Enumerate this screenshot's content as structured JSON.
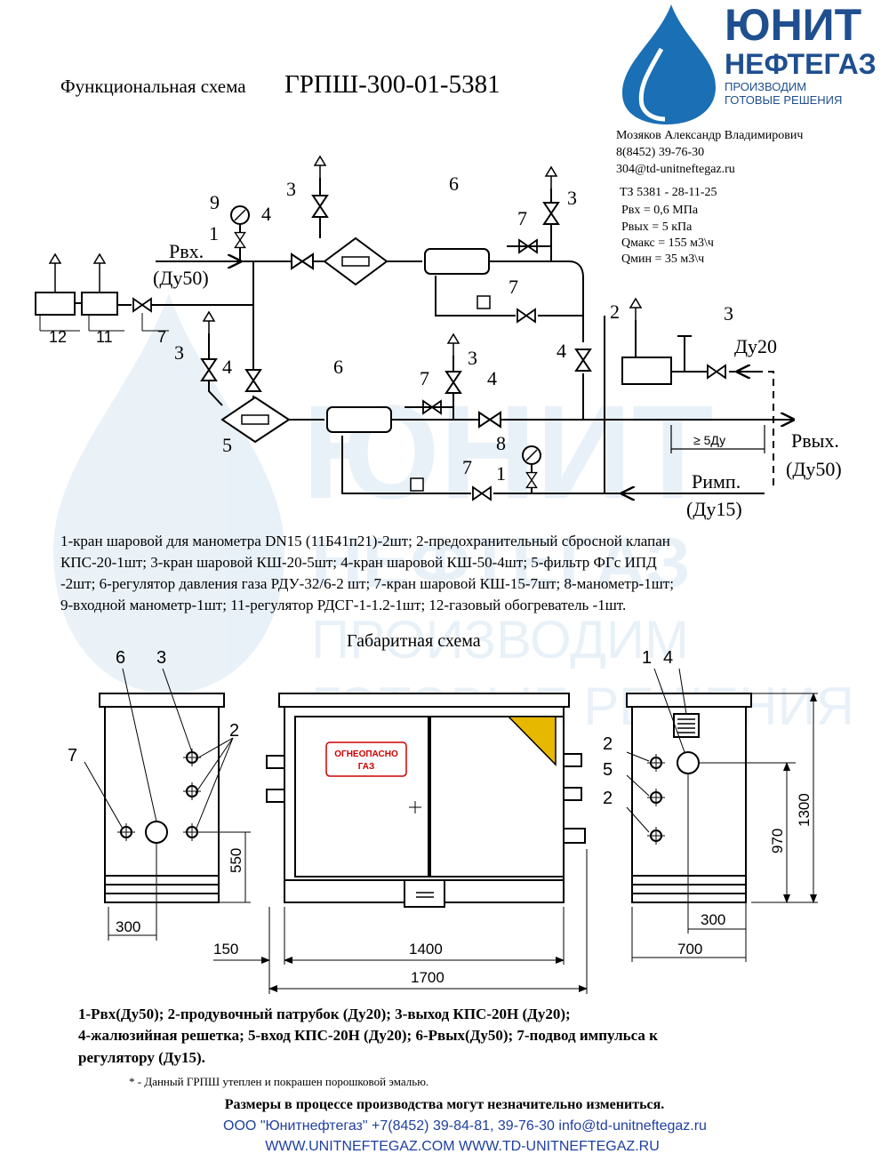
{
  "header": {
    "title_prefix": "Функциональная схема",
    "title_model": "ГРПШ-300-01-5381"
  },
  "logo": {
    "name_line1": "ЮНИТ",
    "name_line2": "НЕФТЕГАЗ",
    "slogan_line1": "ПРОИЗВОДИМ",
    "slogan_line2": "ГОТОВЫЕ РЕШЕНИЯ",
    "brand_color": "#1f4f8f",
    "drop_color": "#1a6fb5"
  },
  "contact": {
    "name": "Мозяков Александр Владимирович",
    "phone": "8(8452) 39-76-30",
    "email": "304@td-unitneftegaz.ru"
  },
  "specs": {
    "tz": "ТЗ 5381 - 28-11-25",
    "p_in": "Рвх = 0,6 МПа",
    "p_out": "Рвых = 5 кПа",
    "q_max": "Qмакс = 155 м3\\ч",
    "q_min": "Qмин = 35 м3\\ч"
  },
  "functional": {
    "inlet_label": "Рвх.",
    "inlet_size": "(Ду50)",
    "outlet_label": "Рвых.",
    "outlet_size": "(Ду50)",
    "impulse_label": "Римп.",
    "impulse_size": "(Ду15)",
    "vent_size": "Ду20",
    "distance_label": "≥ 5Ду",
    "heater_num": "12",
    "regulator_num": "11",
    "callouts": {
      "n1": "1",
      "n2": "2",
      "n3": "3",
      "n4": "4",
      "n5": "5",
      "n6": "6",
      "n7": "7",
      "n8": "8",
      "n9": "9"
    }
  },
  "legend_lines": [
    "1-кран шаровой для манометра DN15 (11Б41п21)-2шт; 2-предохранительный сбросной клапан",
    "КПС-20-1шт; 3-кран шаровой КШ-20-5шт; 4-кран шаровой КШ-50-4шт; 5-фильтр ФГс ИПД",
    "-2шт; 6-регулятор давления газа РДУ-32/6-2 шт; 7-кран шаровой КШ-15-7шт; 8-манометр-1шт;",
    "9-входной манометр-1шт; 11-регулятор РДСГ-1-1.2-1шт; 12-газовый обогреватель -1шт."
  ],
  "overall": {
    "title": "Габаритная схема",
    "warning_line1": "ОГНЕОПАСНО",
    "warning_line2": "ГАЗ",
    "dims": {
      "d300_left": "300",
      "d550": "550",
      "d150": "150",
      "d1400": "1400",
      "d1700": "1700",
      "d300_right": "300",
      "d700": "700",
      "d970": "970",
      "d1300": "1300"
    },
    "callouts": {
      "left_6": "6",
      "left_3": "3",
      "left_2": "2",
      "left_7": "7",
      "right_1": "1",
      "right_4": "4",
      "right_2a": "2",
      "right_5": "5",
      "right_2b": "2"
    }
  },
  "footer": {
    "bold_line1": "1-Рвх(Ду50); 2-продувочный патрубок (Ду20); 3-выход КПС-20Н (Ду20);",
    "bold_line2": "4-жалюзийная решетка; 5-вход КПС-20Н (Ду20); 6-Рвых(Ду50); 7-подвод импульса к",
    "bold_line3": "регулятору (Ду15).",
    "note": "* - Данный ГРПШ утеплен и покрашен порошковой эмалью.",
    "disclaimer": "Размеры в процессе производства могут незначительно измениться.",
    "company_line": "ООО \"Юнитнефтегаз\" +7(8452) 39-84-81, 39-76-30  info@td-unitneftegaz.ru",
    "websites": "WWW.UNITNEFTEGAZ.COM   WWW.TD-UNITNEFTEGAZ.RU",
    "link_color": "#1f3fa0"
  }
}
